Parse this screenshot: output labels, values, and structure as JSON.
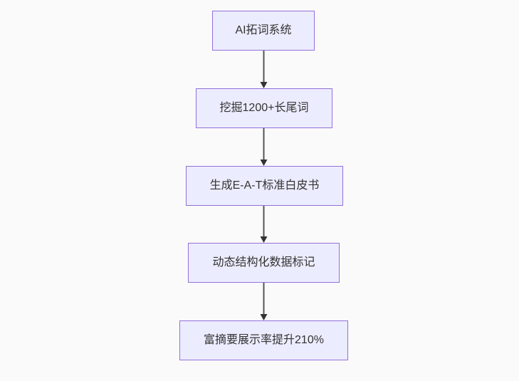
{
  "diagram": {
    "type": "flowchart",
    "direction": "top-to-bottom",
    "nodes": [
      {
        "label": "AI拓词系统"
      },
      {
        "label": "挖掘1200+长尾词"
      },
      {
        "label": "生成E-A-T标准白皮书"
      },
      {
        "label": "动态结构化数据标记"
      },
      {
        "label": "富摘要展示率提升210%"
      }
    ],
    "edges": [
      {
        "from": 0,
        "to": 1
      },
      {
        "from": 1,
        "to": 2
      },
      {
        "from": 2,
        "to": 3
      },
      {
        "from": 3,
        "to": 4
      }
    ],
    "colors": {
      "node_fill": "#ECECFF",
      "node_border": "#9370DB",
      "node_text": "#333333",
      "edge_line": "#555555",
      "arrowhead": "#333333",
      "background": "#fafafa"
    }
  }
}
